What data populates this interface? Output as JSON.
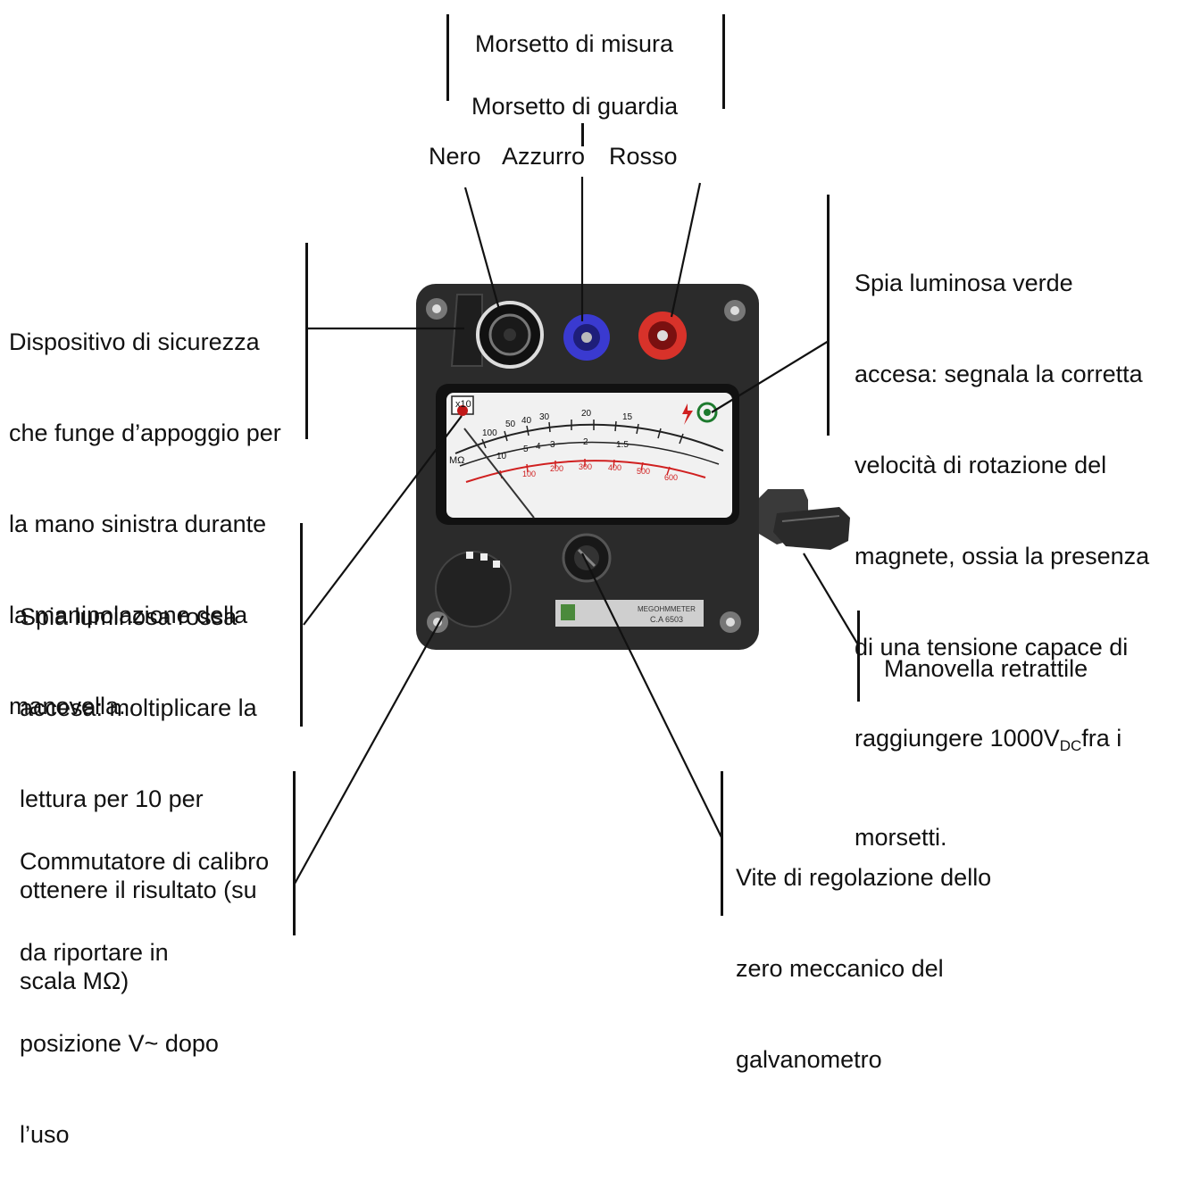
{
  "labels": {
    "morsetto_misura": "Morsetto di misura",
    "morsetto_guardia": "Morsetto di guardia",
    "nero": "Nero",
    "azzurro": "Azzurro",
    "rosso": "Rosso",
    "dispositivo": [
      "Dispositivo di sicurezza",
      "che funge d’appoggio per",
      "la mano sinistra durante",
      "la manipolazione della",
      "manovella."
    ],
    "spia_verde": [
      "Spia luminosa verde",
      "accesa: segnala la corretta",
      "velocità di rotazione del",
      "magnete, ossia la presenza",
      "di una tensione capace di"
    ],
    "spia_verde_last": {
      "pre": "raggiungere 1000V",
      "sub": "DC",
      "post": "fra i"
    },
    "spia_verde_end": "morsetti.",
    "spia_rossa": [
      "Spia luminosa rossa",
      "accesa: moltiplicare la",
      "lettura per 10 per",
      "ottenere il risultato (su",
      "scala MΩ)"
    ],
    "manovella": "Manovella retrattile",
    "commutatore": [
      "Commutatore di calibro",
      "da riportare in",
      "posizione V~ dopo",
      "l’uso"
    ],
    "vite": [
      "Vite di regolazione dello",
      "zero meccanico del",
      "galvanometro"
    ]
  },
  "device": {
    "scale_top": [
      "100",
      "50",
      "40",
      "30",
      "20",
      "15"
    ],
    "scale_mid": [
      "10",
      "5",
      "4",
      "3",
      "2",
      "1.5"
    ],
    "scale_red": [
      "100",
      "200",
      "300",
      "400",
      "500",
      "600"
    ],
    "mohm_label": "MΩ",
    "x10_label": "x10",
    "nameplate_line1": "MEGOHMMETER",
    "nameplate_line2": "C.A 6503"
  },
  "colors": {
    "body": "#2b2b2b",
    "blue_terminal": "#3a3ad0",
    "red_terminal": "#d8322a",
    "scale_red": "#d02020",
    "led_green": "#1d7a2e"
  }
}
